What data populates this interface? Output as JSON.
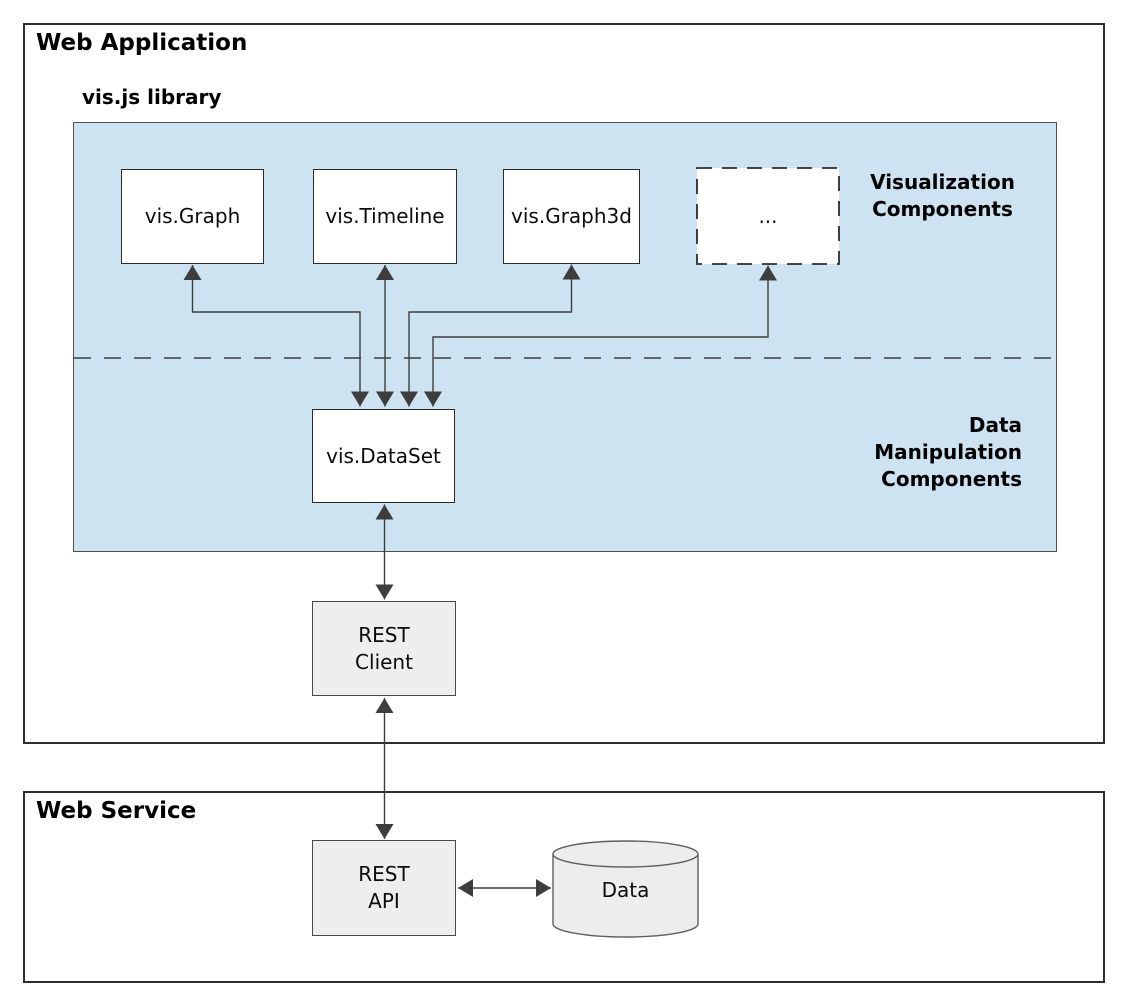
{
  "colors": {
    "library_fill": "#cee3f2",
    "module_fill": "#eeeeee",
    "line_color": "#3d3d3d",
    "border_dark": "#2c2c2c"
  },
  "web_application": {
    "title": "Web Application",
    "library": {
      "title": "vis.js library",
      "visualization_section_label": "Visualization\nComponents",
      "visualization_components": [
        {
          "label": "vis.Graph"
        },
        {
          "label": "vis.Timeline"
        },
        {
          "label": "vis.Graph3d"
        },
        {
          "label": "..."
        }
      ],
      "data_section_label": "Data\nManipulation\nComponents",
      "dataset_component": {
        "label": "vis.DataSet"
      }
    },
    "rest_client": {
      "label": "REST\nClient"
    }
  },
  "web_service": {
    "title": "Web Service",
    "rest_api": {
      "label": "REST\nAPI"
    },
    "data_store": {
      "label": "Data"
    }
  }
}
